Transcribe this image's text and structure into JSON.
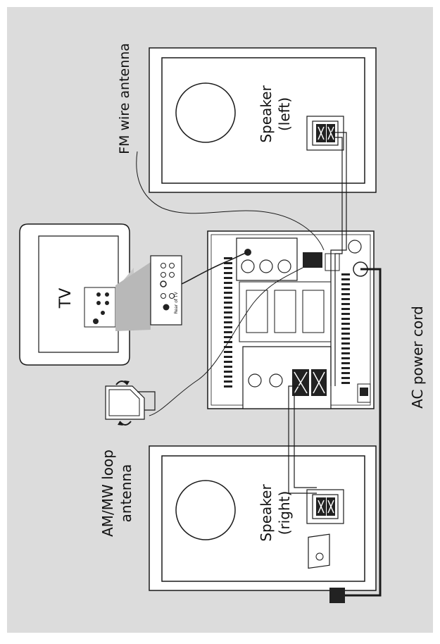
{
  "labels": {
    "fm_antenna": "FM wire antenna",
    "speaker_left_1": "Speaker",
    "speaker_left_2": "(left)",
    "speaker_right_1": "Speaker",
    "speaker_right_2": "(right)",
    "tv": "TV",
    "amfm_1": "AM/MW loop",
    "amfm_2": "antenna",
    "ac_cord": "AC power cord",
    "rear_of_tv": "Rear of TV"
  },
  "colors": {
    "background_panel": "#dcdcdc",
    "line": "#1a1a1a",
    "fill": "#ffffff"
  }
}
